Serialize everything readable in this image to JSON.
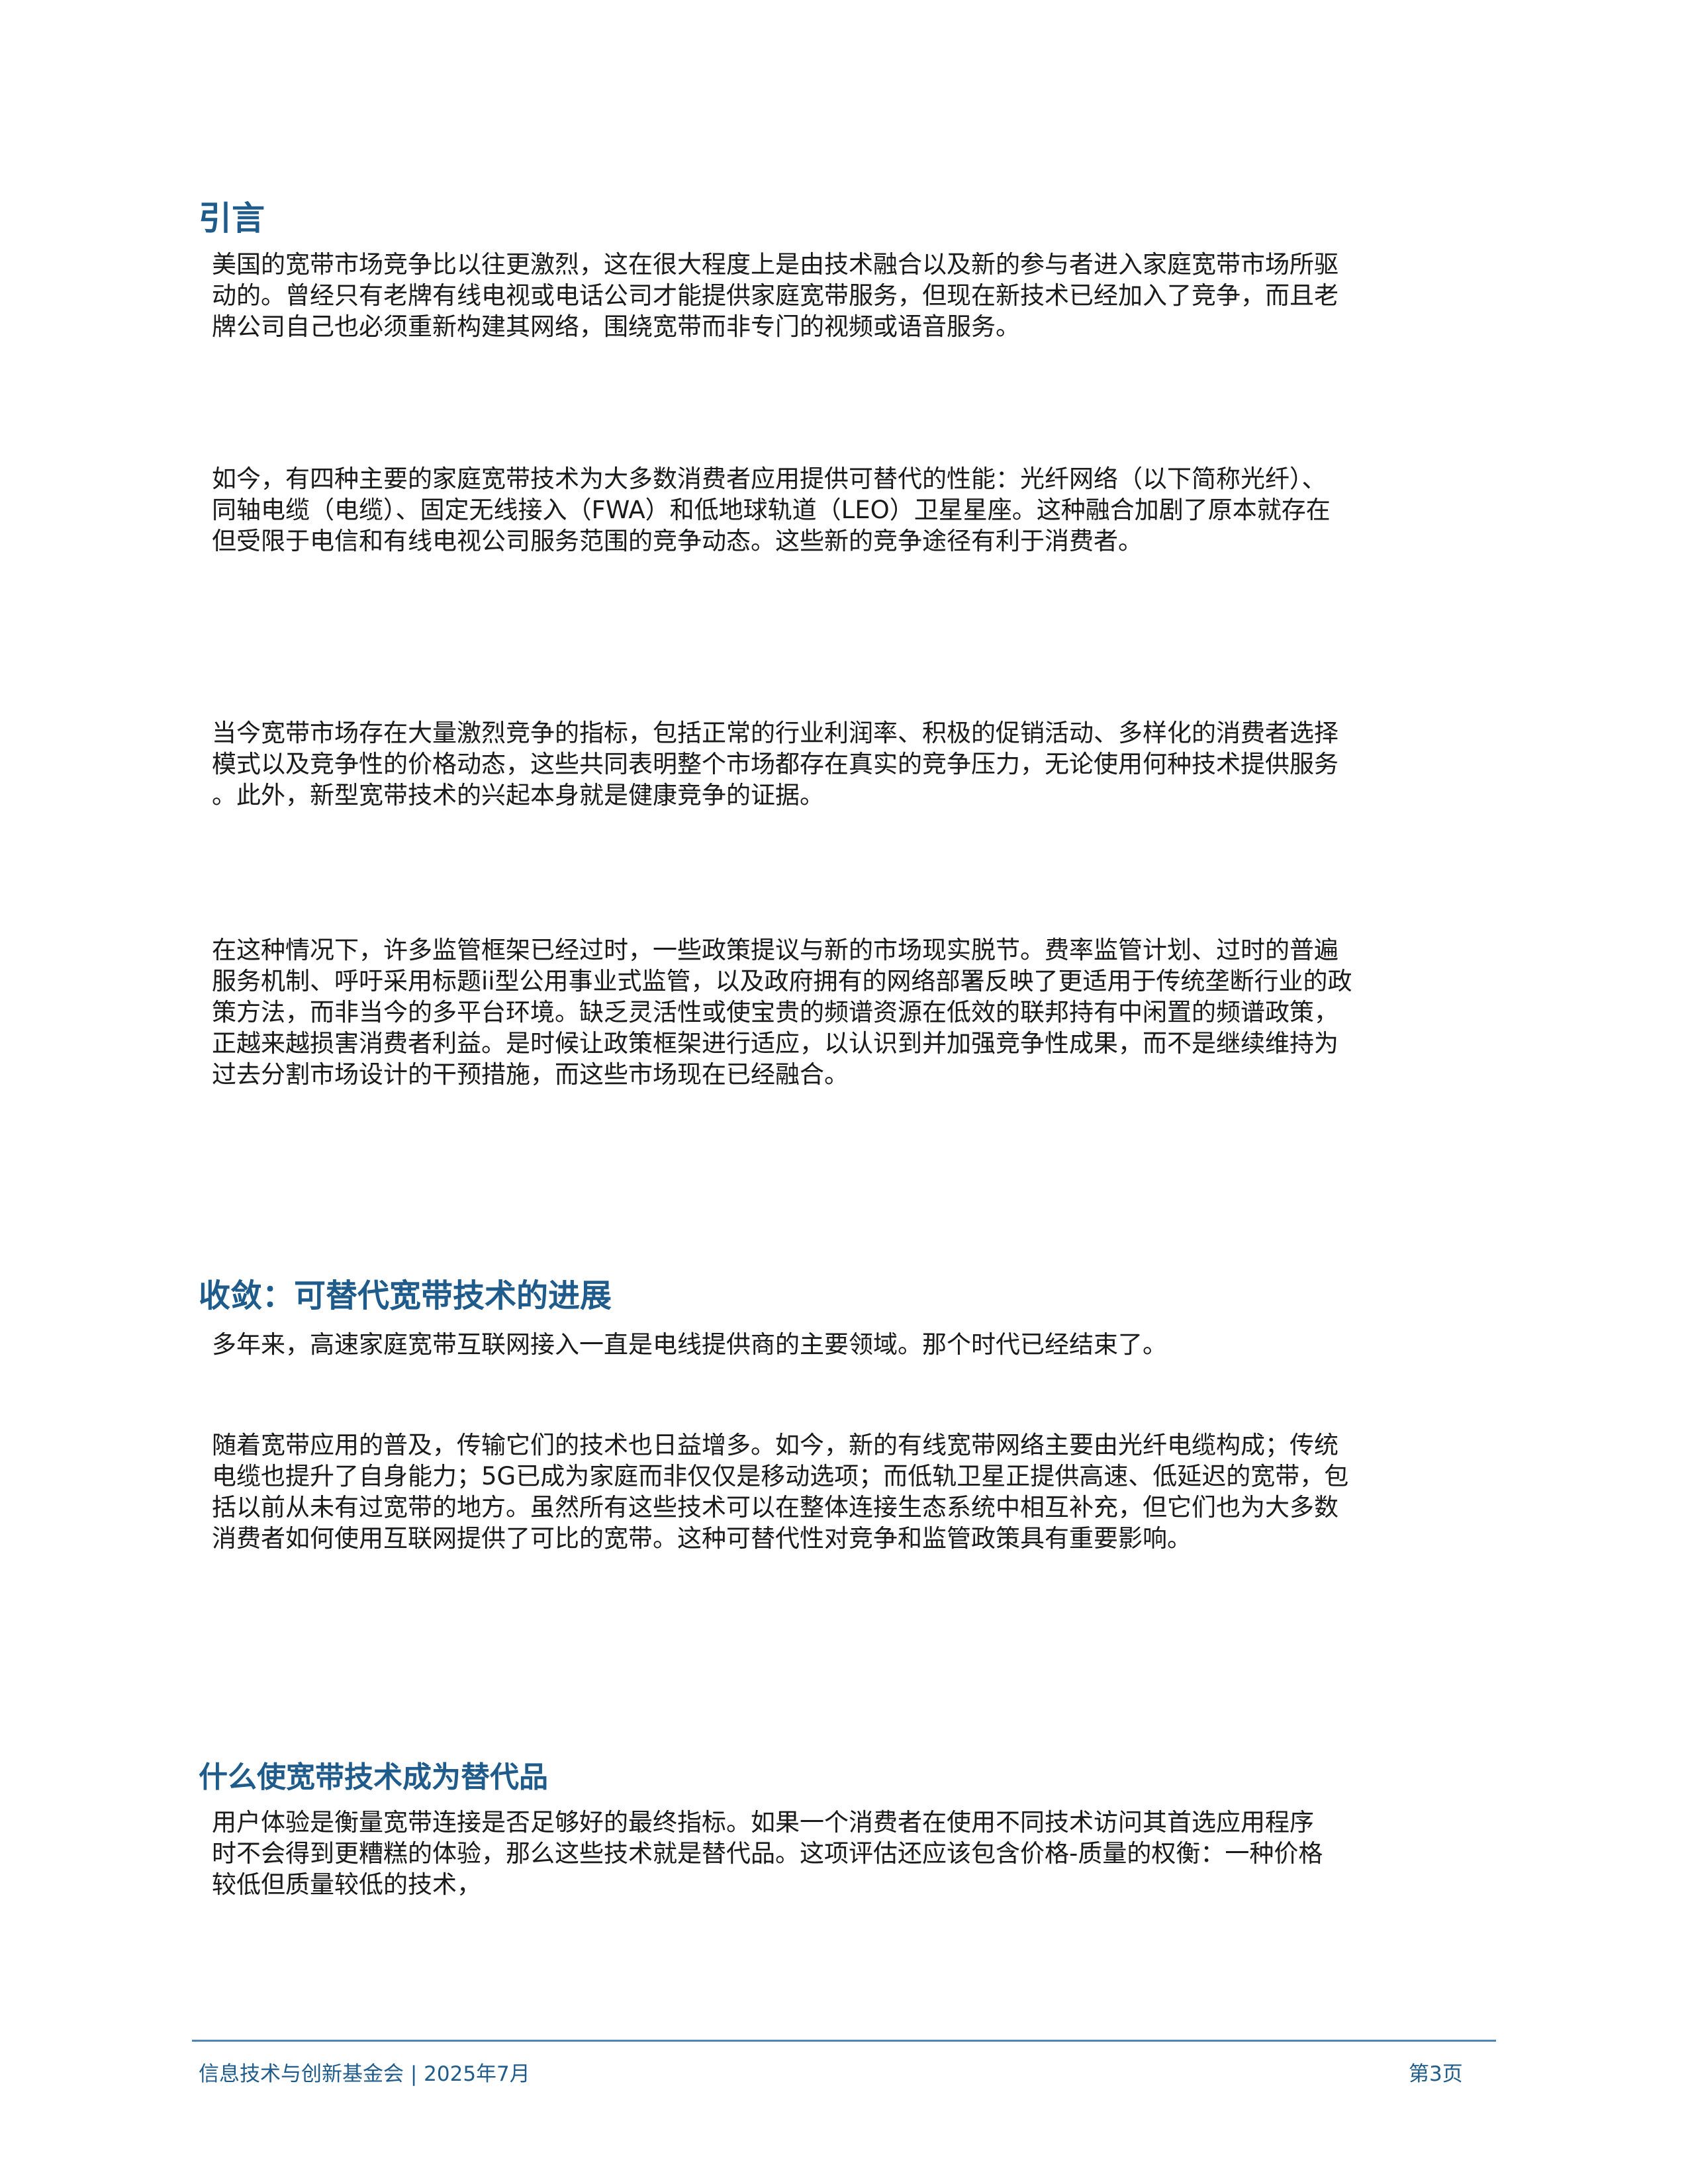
{
  "sections": {
    "intro": {
      "heading": "引言",
      "p1": [
        "美国的宽带市场竞争比以往更激烈，这在很大程度上是由技术融合以及新的参与者进入家庭宽带市场所驱",
        "动的。曾经只有老牌有线电视或电话公司才能提供家庭宽带服务，但现在新技术已经加入了竞争，而且老",
        "牌公司自己也必须重新构建其网络，围绕宽带而非专门的视频或语音服务。"
      ],
      "p2": [
        "如今，有四种主要的家庭宽带技术为大多数消费者应用提供可替代的性能：光纤网络（以下简称光纤）、",
        "同轴电缆（电缆）、固定无线接入（FWA）和低地球轨道（LEO）卫星星座。这种融合加剧了原本就存在",
        "但受限于电信和有线电视公司服务范围的竞争动态。这些新的竞争途径有利于消费者。"
      ],
      "p3": [
        "当今宽带市场存在大量激烈竞争的指标，包括正常的行业利润率、积极的促销活动、多样化的消费者选择",
        "模式以及竞争性的价格动态，这些共同表明整个市场都存在真实的竞争压力，无论使用何种技术提供服务",
        "。此外，新型宽带技术的兴起本身就是健康竞争的证据。"
      ],
      "p4": [
        "在这种情况下，许多监管框架已经过时，一些政策提议与新的市场现实脱节。费率监管计划、过时的普遍",
        "服务机制、呼吁采用标题ii型公用事业式监管，以及政府拥有的网络部署反映了更适用于传统垄断行业的政",
        "策方法，而非当今的多平台环境。缺乏灵活性或使宝贵的频谱资源在低效的联邦持有中闲置的频谱政策，",
        "正越来越损害消费者利益。是时候让政策框架进行适应，以认识到并加强竞争性成果，而不是继续维持为",
        "过去分割市场设计的干预措施，而这些市场现在已经融合。"
      ]
    },
    "convergence": {
      "heading": "收敛：可替代宽带技术的进展",
      "p1": [
        "多年来，高速家庭宽带互联网接入一直是电线提供商的主要领域。那个时代已经结束了。"
      ],
      "p2": [
        "随着宽带应用的普及，传输它们的技术也日益增多。如今，新的有线宽带网络主要由光纤电缆构成；传统",
        "电缆也提升了自身能力；5G已成为家庭而非仅仅是移动选项；而低轨卫星正提供高速、低延迟的宽带，包",
        "括以前从未有过宽带的地方。虽然所有这些技术可以在整体连接生态系统中相互补充，但它们也为大多数",
        "消费者如何使用互联网提供了可比的宽带。这种可替代性对竞争和监管政策具有重要影响。"
      ]
    },
    "substitutes": {
      "heading": "什么使宽带技术成为替代品",
      "p1": [
        "用户体验是衡量宽带连接是否足够好的最终指标。如果一个消费者在使用不同技术访问其首选应用程序",
        "时不会得到更糟糕的体验，那么这些技术就是替代品。这项评估还应该包含价格-质量的权衡：一种价格",
        "较低但质量较低的技术，"
      ]
    }
  },
  "footer": {
    "left": "信息技术与创新基金会 | 2025年7月",
    "right": "第3页"
  },
  "colors": {
    "heading": "#1f5c8b",
    "footer_rule": "#4f84b8",
    "body_text": "#1a1a1a"
  }
}
